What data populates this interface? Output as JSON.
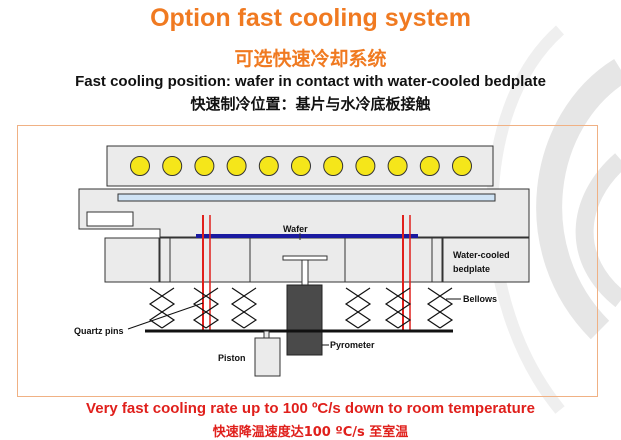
{
  "title": "Option fast cooling system",
  "title_cn": "可选快速冷却系统",
  "subtitle": "Fast cooling position: wafer in contact with water-cooled bedplate",
  "subtitle_cn": "快速制冷位置：基片与水冷底板接触",
  "diagram": {
    "labels": {
      "wafer": "Wafer",
      "bedplate_line1": "Water-cooled",
      "bedplate_line2": "bedplate",
      "bellows": "Bellows",
      "quartz_pins": "Quartz pins",
      "pyrometer": "Pyrometer",
      "piston": "Piston"
    },
    "lamp_count": 11,
    "colors": {
      "lamp": "#f5e61a",
      "quartz_pin": "#e0201c",
      "wafer": "#1a1aa0",
      "window": "#cfe3f5",
      "body": "#ebebeb",
      "pyrometer": "#4a4a4a"
    }
  },
  "footer": "Very fast cooling rate up to 100 ºC/s down to room temperature",
  "footer_cn": "快速降温速度达100 ºC/s 至室温",
  "colors": {
    "accent": "#f07a21",
    "footer": "#e0201c"
  }
}
